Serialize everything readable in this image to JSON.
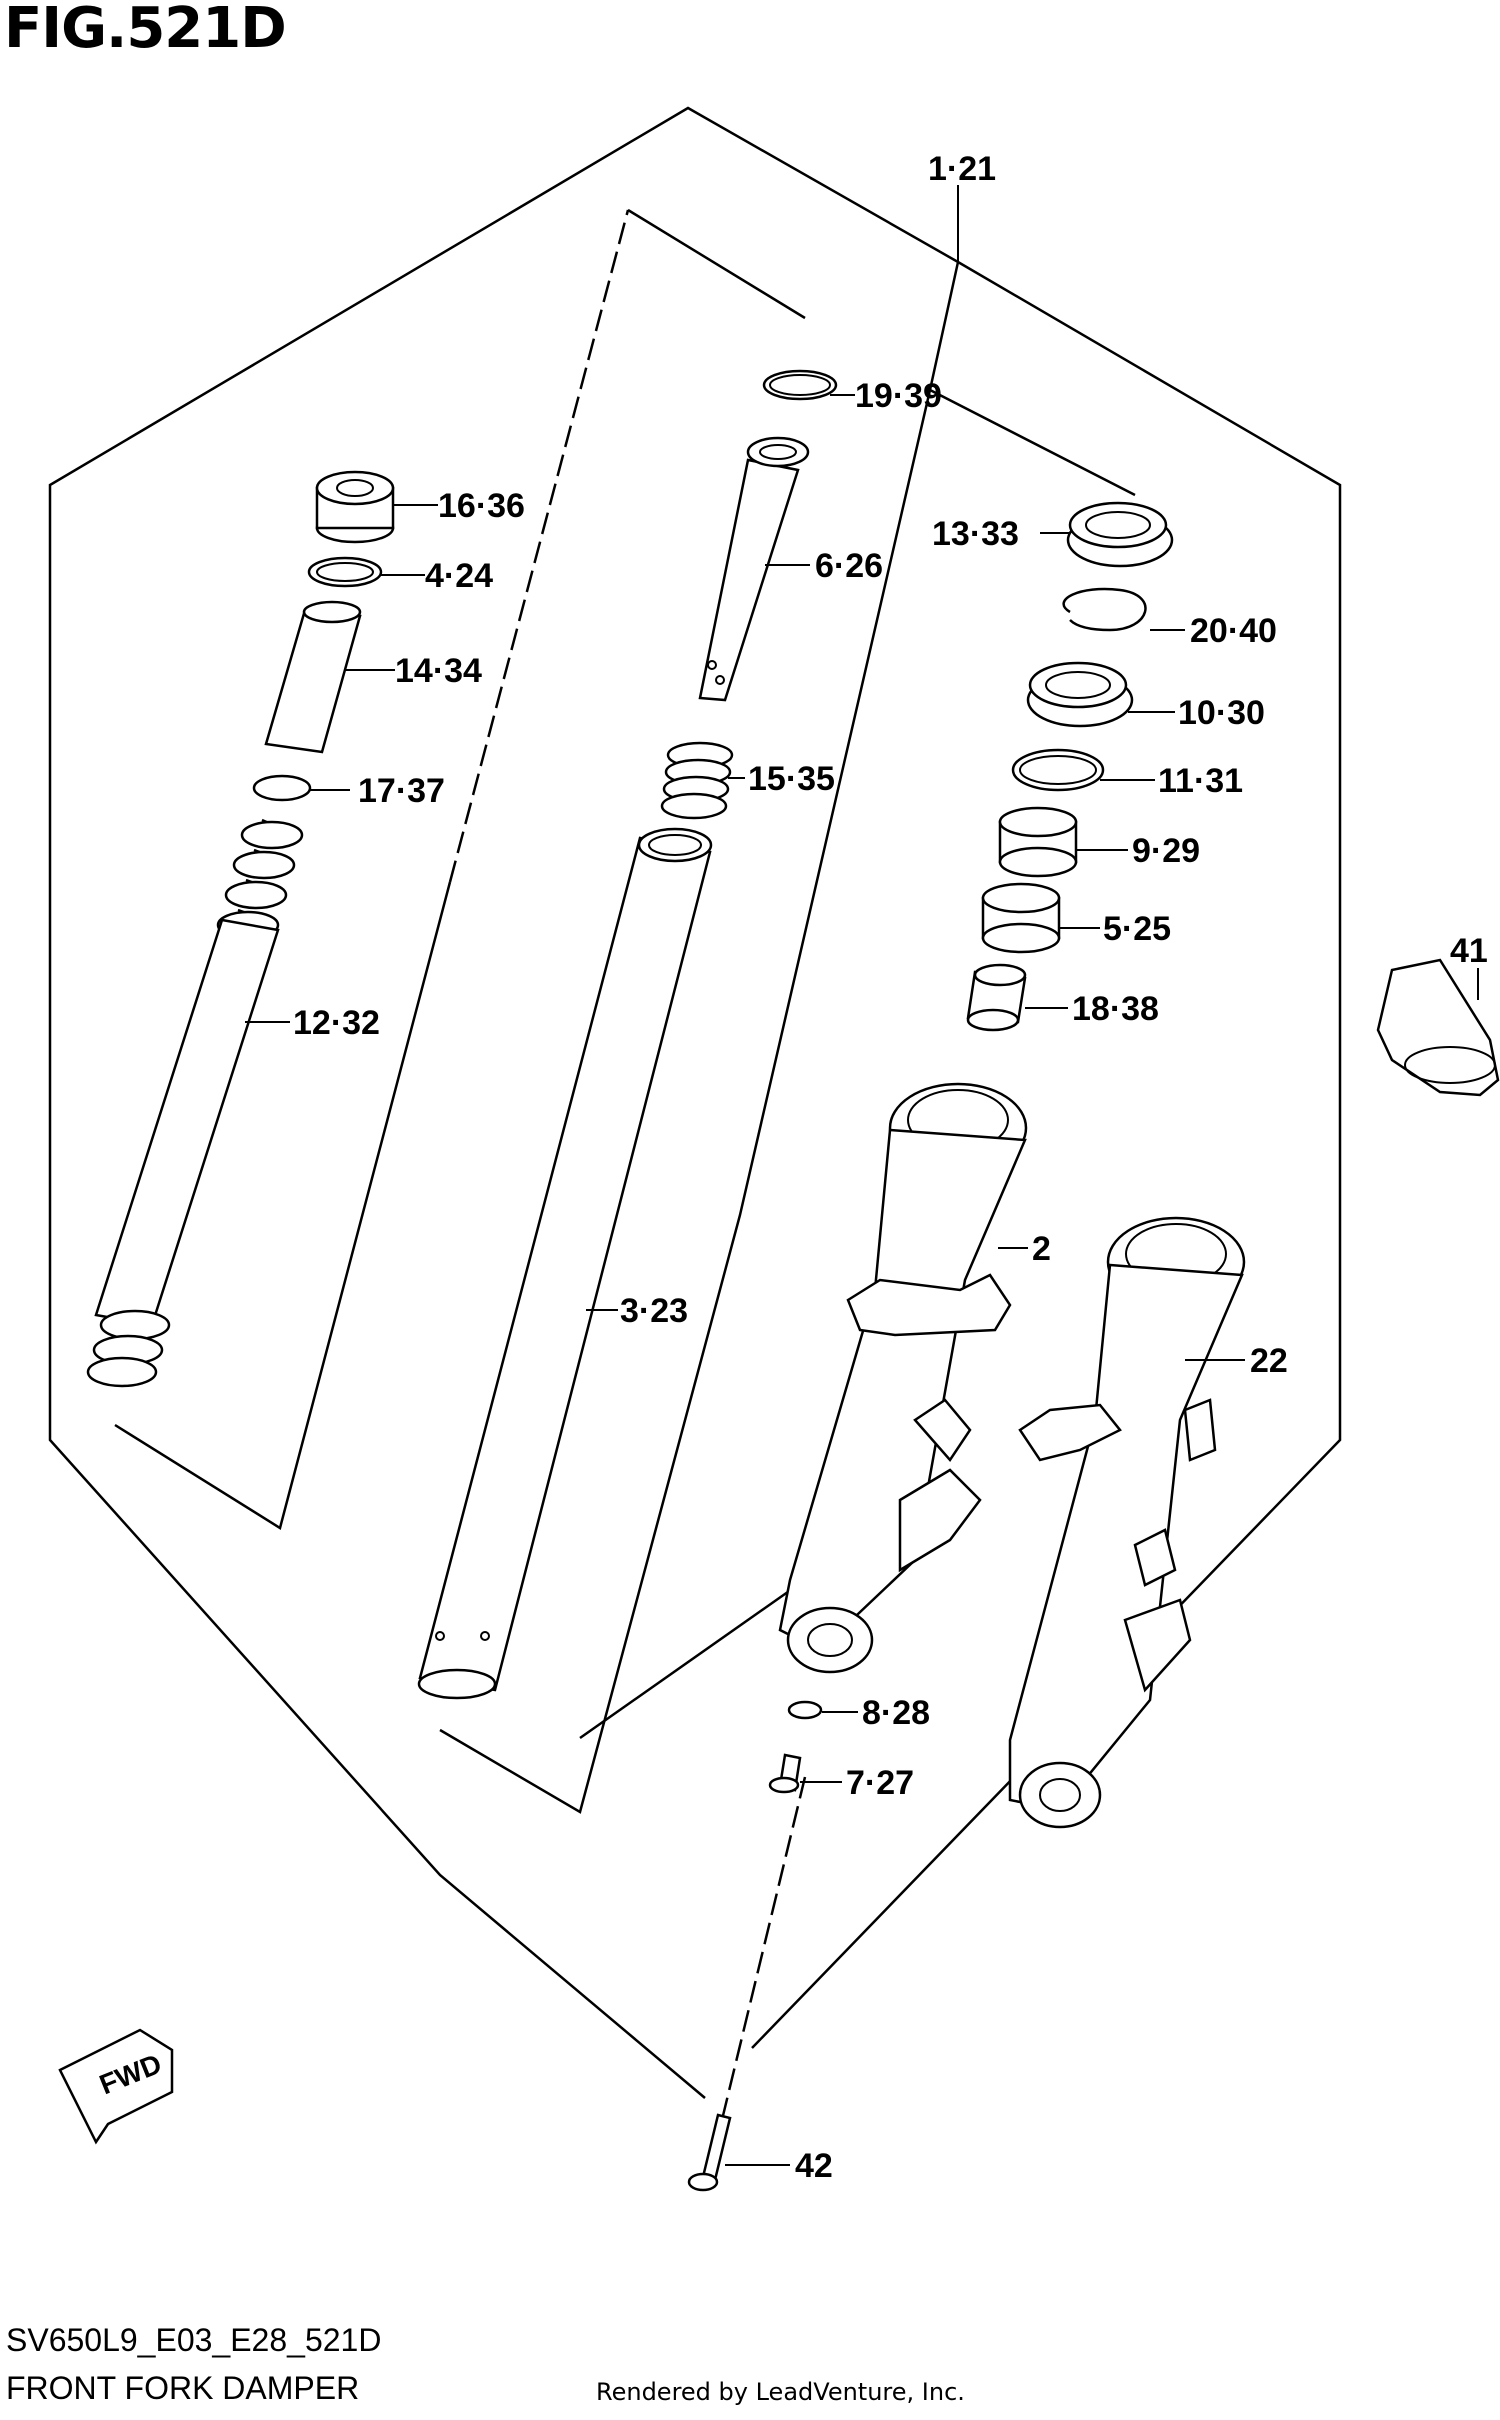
{
  "figure": {
    "title": "FIG.521D",
    "model_code": "SV650L9_E03_E28_521D",
    "name": "FRONT FORK DAMPER",
    "credit": "Rendered by LeadVenture, Inc.",
    "fwd_label": "FWD"
  },
  "callouts": [
    {
      "id": "c-1-21",
      "label": "1·21"
    },
    {
      "id": "c-19-39",
      "label": "19·39"
    },
    {
      "id": "c-16-36",
      "label": "16·36"
    },
    {
      "id": "c-4-24",
      "label": "4·24"
    },
    {
      "id": "c-14-34",
      "label": "14·34"
    },
    {
      "id": "c-17-37",
      "label": "17·37"
    },
    {
      "id": "c-12-32",
      "label": "12·32"
    },
    {
      "id": "c-6-26",
      "label": "6·26"
    },
    {
      "id": "c-15-35",
      "label": "15·35"
    },
    {
      "id": "c-3-23",
      "label": "3·23"
    },
    {
      "id": "c-13-33",
      "label": "13·33"
    },
    {
      "id": "c-20-40",
      "label": "20·40"
    },
    {
      "id": "c-10-30",
      "label": "10·30"
    },
    {
      "id": "c-11-31",
      "label": "11·31"
    },
    {
      "id": "c-9-29",
      "label": "9·29"
    },
    {
      "id": "c-5-25",
      "label": "5·25"
    },
    {
      "id": "c-18-38",
      "label": "18·38"
    },
    {
      "id": "c-41",
      "label": "41"
    },
    {
      "id": "c-2",
      "label": "2"
    },
    {
      "id": "c-22",
      "label": "22"
    },
    {
      "id": "c-8-28",
      "label": "8·28"
    },
    {
      "id": "c-7-27",
      "label": "7·27"
    },
    {
      "id": "c-42",
      "label": "42"
    }
  ]
}
